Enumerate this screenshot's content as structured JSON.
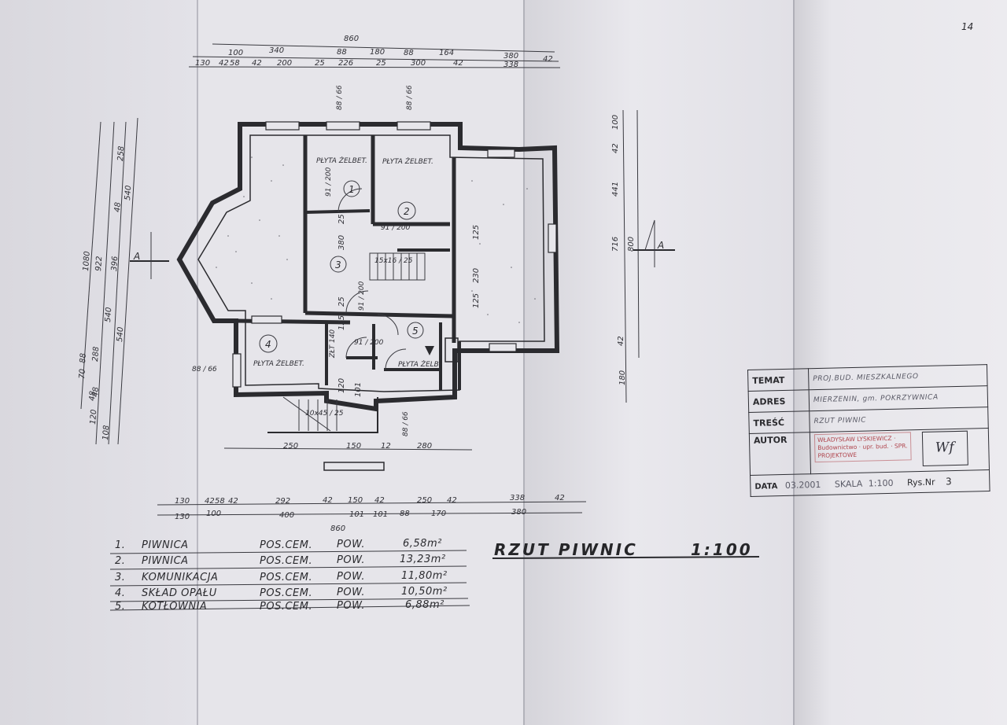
{
  "page_number": "14",
  "drawing_title": "RZUT PIWNIC",
  "scale_label": "1:100",
  "section_marker": "A",
  "rooms": [
    {
      "no": "1",
      "slab": "PŁYTA ŻELBET."
    },
    {
      "no": "2",
      "slab": "PŁYTA ŻELBET."
    },
    {
      "no": "3",
      "slab": ""
    },
    {
      "no": "4",
      "slab": "PŁYTA ŻELBET."
    },
    {
      "no": "5",
      "slab": "PŁYTA ŻELB."
    }
  ],
  "stairs": [
    "15x16 / 25",
    "10x45 / 25"
  ],
  "openings": [
    "91 / 200",
    "91 / 200",
    "91 / 200",
    "91 / 200",
    "88 / 66",
    "88 / 66",
    "88 / 66",
    "88 / 66"
  ],
  "vent_note": "ZŁT 140",
  "dims": {
    "top_total": "860",
    "top_row1": [
      "100",
      "340",
      "88",
      "180",
      "88",
      "164",
      "380"
    ],
    "top_row2": [
      "130",
      "42",
      "58",
      "42",
      "200",
      "25",
      "226",
      "25",
      "300",
      "42",
      "338",
      "42"
    ],
    "left_col1": [
      "1080",
      "70",
      "88",
      "48",
      "108"
    ],
    "left_col2": [
      "922",
      "288",
      "48",
      "120"
    ],
    "left_col3": [
      "258",
      "48",
      "396",
      "540"
    ],
    "left_col4": [
      "540",
      "540"
    ],
    "right_col": [
      "100",
      "42",
      "441",
      "716",
      "800",
      "42",
      "180"
    ],
    "inner": [
      "125",
      "230",
      "125",
      "380",
      "25",
      "125",
      "25",
      "120",
      "101"
    ],
    "under_plan": [
      "250",
      "150",
      "12",
      "280"
    ],
    "bottom_row1": [
      "130",
      "42",
      "58",
      "42",
      "292",
      "42",
      "150",
      "42",
      "250",
      "42",
      "338",
      "42"
    ],
    "bottom_row2": [
      "130",
      "100",
      "400",
      "101",
      "101",
      "88",
      "170",
      "380"
    ],
    "bottom_total": "860"
  },
  "area_table": [
    {
      "no": "1.",
      "name": "PIWNICA",
      "floor": "POS.CEM.",
      "label": "POW.",
      "value": "6,58m²"
    },
    {
      "no": "2.",
      "name": "PIWNICA",
      "floor": "POS.CEM.",
      "label": "POW.",
      "value": "13,23m²"
    },
    {
      "no": "3.",
      "name": "KOMUNIKACJA",
      "floor": "POS.CEM.",
      "label": "POW.",
      "value": "11,80m²"
    },
    {
      "no": "4.",
      "name": "SKŁAD OPAŁU",
      "floor": "POS.CEM.",
      "label": "POW.",
      "value": "10,50m²"
    },
    {
      "no": "5.",
      "name": "KOTŁOWNIA",
      "floor": "POS.CEM.",
      "label": "POW.",
      "value": "6,88m²"
    }
  ],
  "title_block": {
    "temat_label": "TEMAT",
    "temat_value": "PROJ.BUD. MIESZKALNEGO",
    "adres_label": "ADRES",
    "adres_value": "MIERZENIN, gm. POKRZYWNICA",
    "tresc_label": "TREŚĆ",
    "tresc_value": "RZUT PIWNIC",
    "autor_label": "AUTOR",
    "stamp_text": "WŁADYSŁAW LYSKIEWICZ · Budownictwo · upr. bud. ·  SPR. PROJEKTOWE",
    "signature": "Wf",
    "data_label": "DATA",
    "data_value": "03.2001",
    "skala_label": "SKALA",
    "skala_value": "1:100",
    "rys_label": "Rys.Nr",
    "rys_value": "3"
  },
  "colors": {
    "paper": "#e6e5ea",
    "ink": "#2b2b2f",
    "stamp": "#b0454d"
  }
}
